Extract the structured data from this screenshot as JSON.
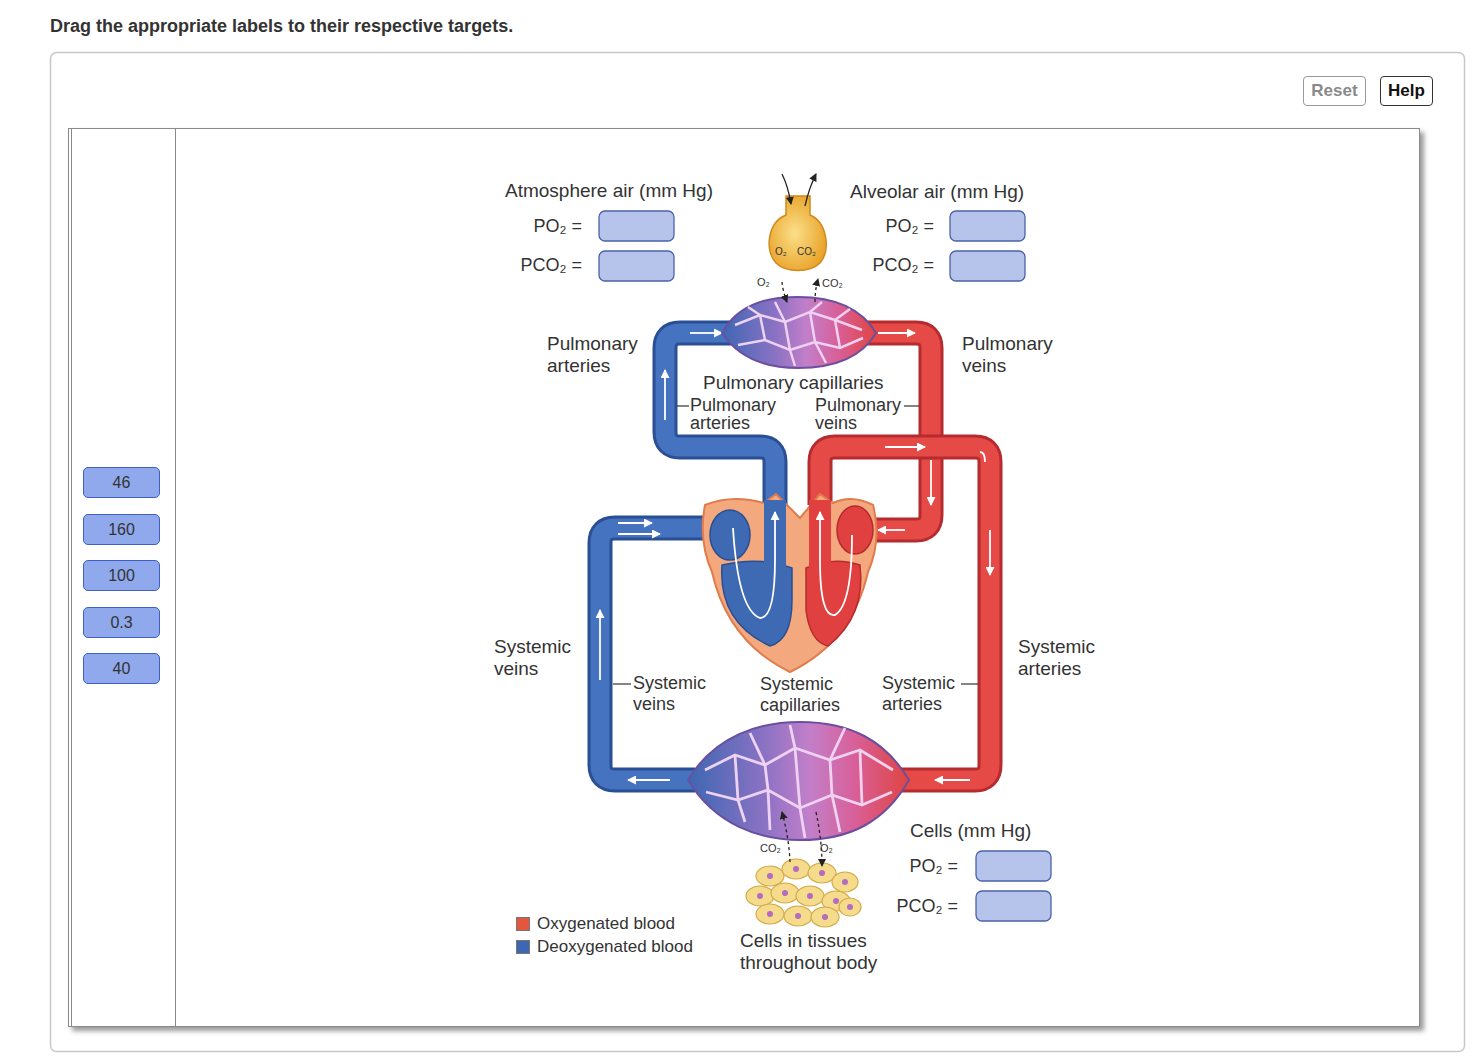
{
  "diagram": {
    "title": "Drag the appropriate labels to their respective targets.",
    "nodes": [
      {
        "text": [
          "Reset"
        ]
      },
      {
        "text": [
          "Help"
        ]
      },
      {
        "text": [
          "46"
        ]
      },
      {
        "text": [
          "160"
        ]
      },
      {
        "text": [
          "100"
        ]
      },
      {
        "text": [
          "0.3"
        ]
      },
      {
        "text": [
          "40"
        ]
      }
    ],
    "labels": [
      "Atmosphere air (mm Hg)",
      "PO₂ =",
      "PCO₂ =",
      "Alveolar air (mm Hg)",
      "PO₂ =",
      "PCO₂ =",
      "O₂",
      "CO₂",
      "O₂",
      "CO₂",
      "Pulmonary arteries",
      "Pulmonary veins",
      "Pulmonary capillaries",
      "Pulmonary arteries",
      "Pulmonary veins",
      "Systemic veins",
      "Systemic arteries",
      "Systemic veins",
      "Systemic capillaries",
      "Systemic arteries",
      "Cells (mm Hg)",
      "PO₂ =",
      "PCO₂ =",
      "CO₂",
      "O₂",
      "Cells in tissues throughout body"
    ],
    "legend": [
      {
        "text": "Oxygenated blood",
        "color": "#e4573f"
      },
      {
        "text": "Deoxygenated blood",
        "color": "#3d67b2"
      }
    ]
  }
}
